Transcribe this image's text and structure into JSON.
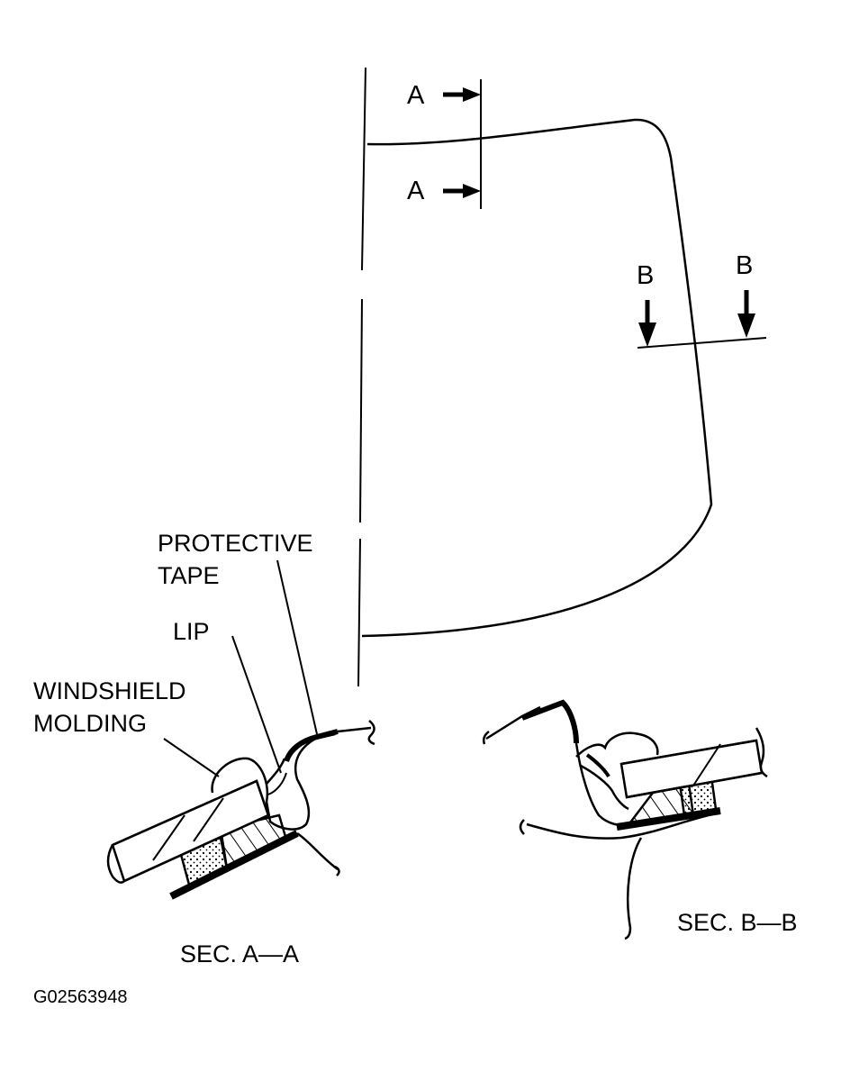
{
  "figure": {
    "code": "G02563948",
    "section_a_marker_top": "A",
    "section_a_marker_bottom": "A",
    "section_b_marker_left": "B",
    "section_b_marker_right": "B",
    "callouts": {
      "protective_tape_line1": "PROTECTIVE",
      "protective_tape_line2": "TAPE",
      "lip": "LIP",
      "windshield_molding_line1": "WINDSHIELD",
      "windshield_molding_line2": "MOLDING"
    },
    "section_a_title": "SEC. A—A",
    "section_b_title": "SEC. B—B"
  },
  "colors": {
    "ink": "#000000",
    "paper": "#ffffff"
  }
}
